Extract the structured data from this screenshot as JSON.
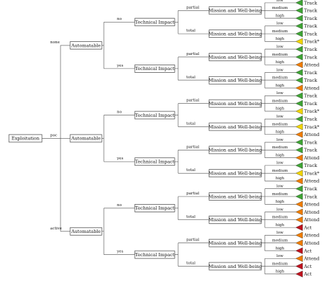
{
  "tree": {
    "root": "Exploitation",
    "decision_points": {
      "automatable": "Automatable",
      "technical_impact": "Technical Impact",
      "mission_wellbeing": "Mission and Well-being"
    },
    "exploitation_values": [
      "none",
      "poc",
      "active"
    ],
    "automatable_values": [
      "no",
      "yes"
    ],
    "technical_impact_values": [
      "partial",
      "total"
    ],
    "mission_values": [
      "low",
      "medium",
      "high"
    ],
    "outcomes": [
      "Track",
      "Track",
      "Track",
      "Track",
      "Track",
      "Track*",
      "Track",
      "Track",
      "Attend",
      "Track",
      "Track",
      "Attend",
      "Track",
      "Track",
      "Track*",
      "Track",
      "Track*",
      "Attend",
      "Track",
      "Track",
      "Attend",
      "Track",
      "Track*",
      "Attend",
      "Track",
      "Track",
      "Attend",
      "Attend",
      "Attend",
      "Act",
      "Attend",
      "Attend",
      "Act",
      "Attend",
      "Act",
      "Act"
    ],
    "outcome_colors": {
      "Track": "#3fa535",
      "Track*": "#f2d600",
      "Attend": "#f07d00",
      "Act": "#c0121e"
    }
  }
}
